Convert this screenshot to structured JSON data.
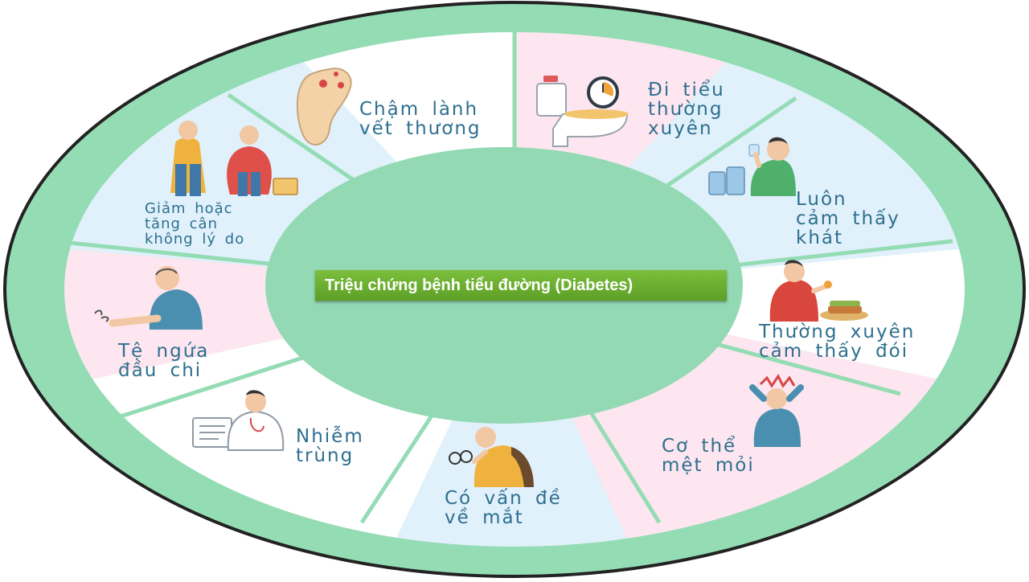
{
  "diagram": {
    "title": "Triệu chứng bệnh tiểu đường (Diabetes)",
    "colors": {
      "outer_ring": "#94dcb4",
      "border": "#222222",
      "center": "#93d9b3",
      "pink": "#fde6ef",
      "blue": "#e0f1fb",
      "white": "#ffffff",
      "label": "#2e6f8f",
      "banner": "#6aae30"
    },
    "segments": [
      {
        "id": "slow-healing",
        "label": "Chậm lành\nvết thương",
        "icon": "foot-wound-icon"
      },
      {
        "id": "frequent-urination",
        "label": "Đi tiểu\nthường\nxuyên",
        "icon": "toilet-clock-icon"
      },
      {
        "id": "always-thirsty",
        "label": "Luôn\ncảm thấy\nkhát",
        "icon": "drinking-man-icon"
      },
      {
        "id": "often-hungry",
        "label": "Thường xuyên\ncảm thấy đói",
        "icon": "eating-man-icon"
      },
      {
        "id": "fatigue",
        "label": "Cơ thể\nmệt mỏi",
        "icon": "stressed-man-icon"
      },
      {
        "id": "vision-problems",
        "label": "Có vấn đề\nvề mắt",
        "icon": "glasses-man-icon"
      },
      {
        "id": "infection",
        "label": "Nhiễm\ntrùng",
        "icon": "doctor-icon"
      },
      {
        "id": "numbness",
        "label": "Tệ ngứa\nđầu chi",
        "icon": "numb-hand-man-icon"
      },
      {
        "id": "weight-change",
        "label": "Giảm hoặc\ntăng cân\nkhông lý do",
        "icon": "weight-change-couple-icon"
      }
    ]
  }
}
